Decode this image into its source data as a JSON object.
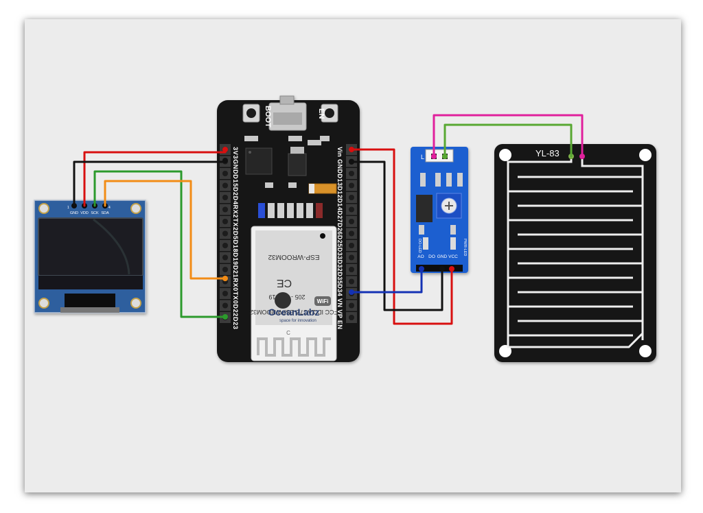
{
  "oled": {
    "pins": [
      "GND",
      "VDD",
      "SCK",
      "SDA"
    ],
    "pin_numbers": [
      "1",
      "4"
    ]
  },
  "esp32": {
    "buttons": [
      "BOOT",
      "EN"
    ],
    "left_pins": [
      "3V3",
      "GND",
      "D15",
      "D2",
      "D4",
      "RX2",
      "TX2",
      "D5",
      "D18",
      "D19",
      "D21",
      "RX0",
      "TX0",
      "D22",
      "D23"
    ],
    "right_pins": [
      "Vin",
      "GND",
      "D13",
      "D12",
      "D14",
      "D27",
      "D26",
      "D25",
      "D33",
      "D32",
      "D35",
      "D34",
      "VN",
      "VP",
      "EN"
    ],
    "module": {
      "fcc": "FCC ID:2AC7Z-ESPWROOM32",
      "code": "205 - 000519",
      "model": "ESP-WROOM32",
      "wifi": "WiFi",
      "brand": "OceanLabz",
      "tagline": "space for innovation",
      "c_mark": "C"
    }
  },
  "sensor_module": {
    "top_pin_label": "L",
    "pins": [
      "AO",
      "DO",
      "GND",
      "VCC"
    ],
    "led_labels": [
      "DO-LED",
      "PWR-LED"
    ]
  },
  "rain_plate": {
    "label": "YL-83"
  },
  "wires": {
    "red": "#d80f0f",
    "black": "#111111",
    "green": "#2c9a2c",
    "orange": "#f28c16",
    "blue": "#1432b4",
    "pink": "#e0209c",
    "lightgreen": "#58a832"
  }
}
